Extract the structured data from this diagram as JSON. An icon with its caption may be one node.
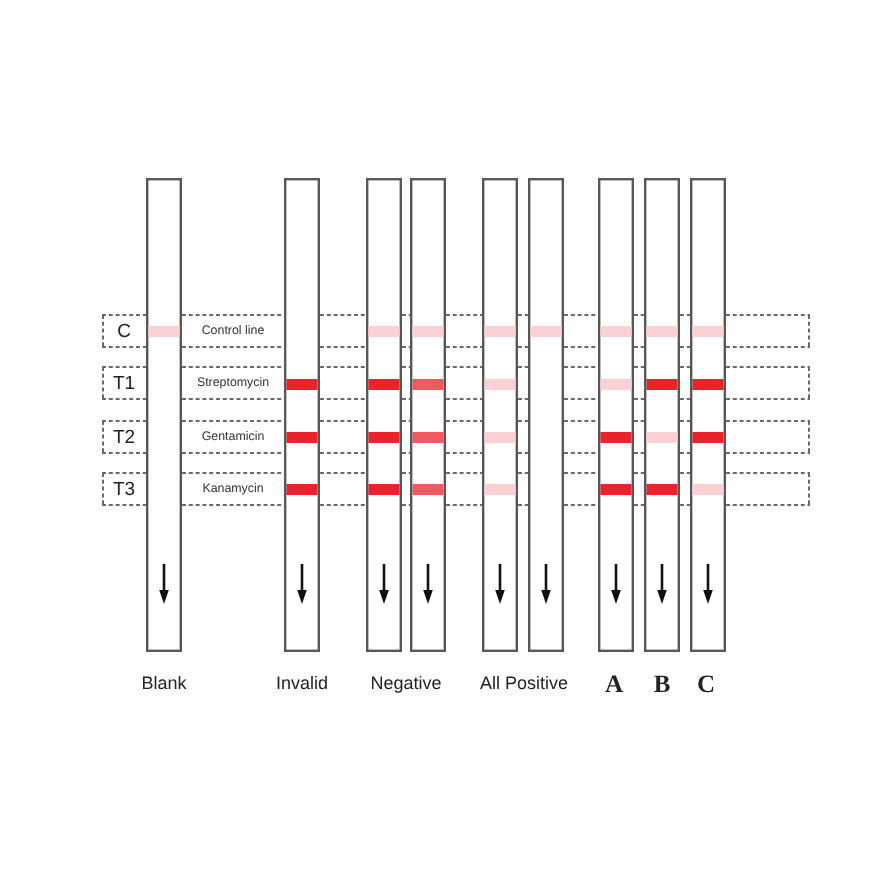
{
  "diagram": {
    "nodes": [
      {
        "text": [
          "C",
          "Control line"
        ]
      },
      {
        "text": [
          "T1",
          "Streptomycin"
        ]
      },
      {
        "text": [
          "T2",
          "Gentamicin"
        ]
      },
      {
        "text": [
          "T3",
          "Kanamycin"
        ]
      }
    ],
    "labels": [
      "Blank",
      "Invalid",
      "Negative",
      "All Positive",
      "A",
      "B",
      "C"
    ]
  }
}
